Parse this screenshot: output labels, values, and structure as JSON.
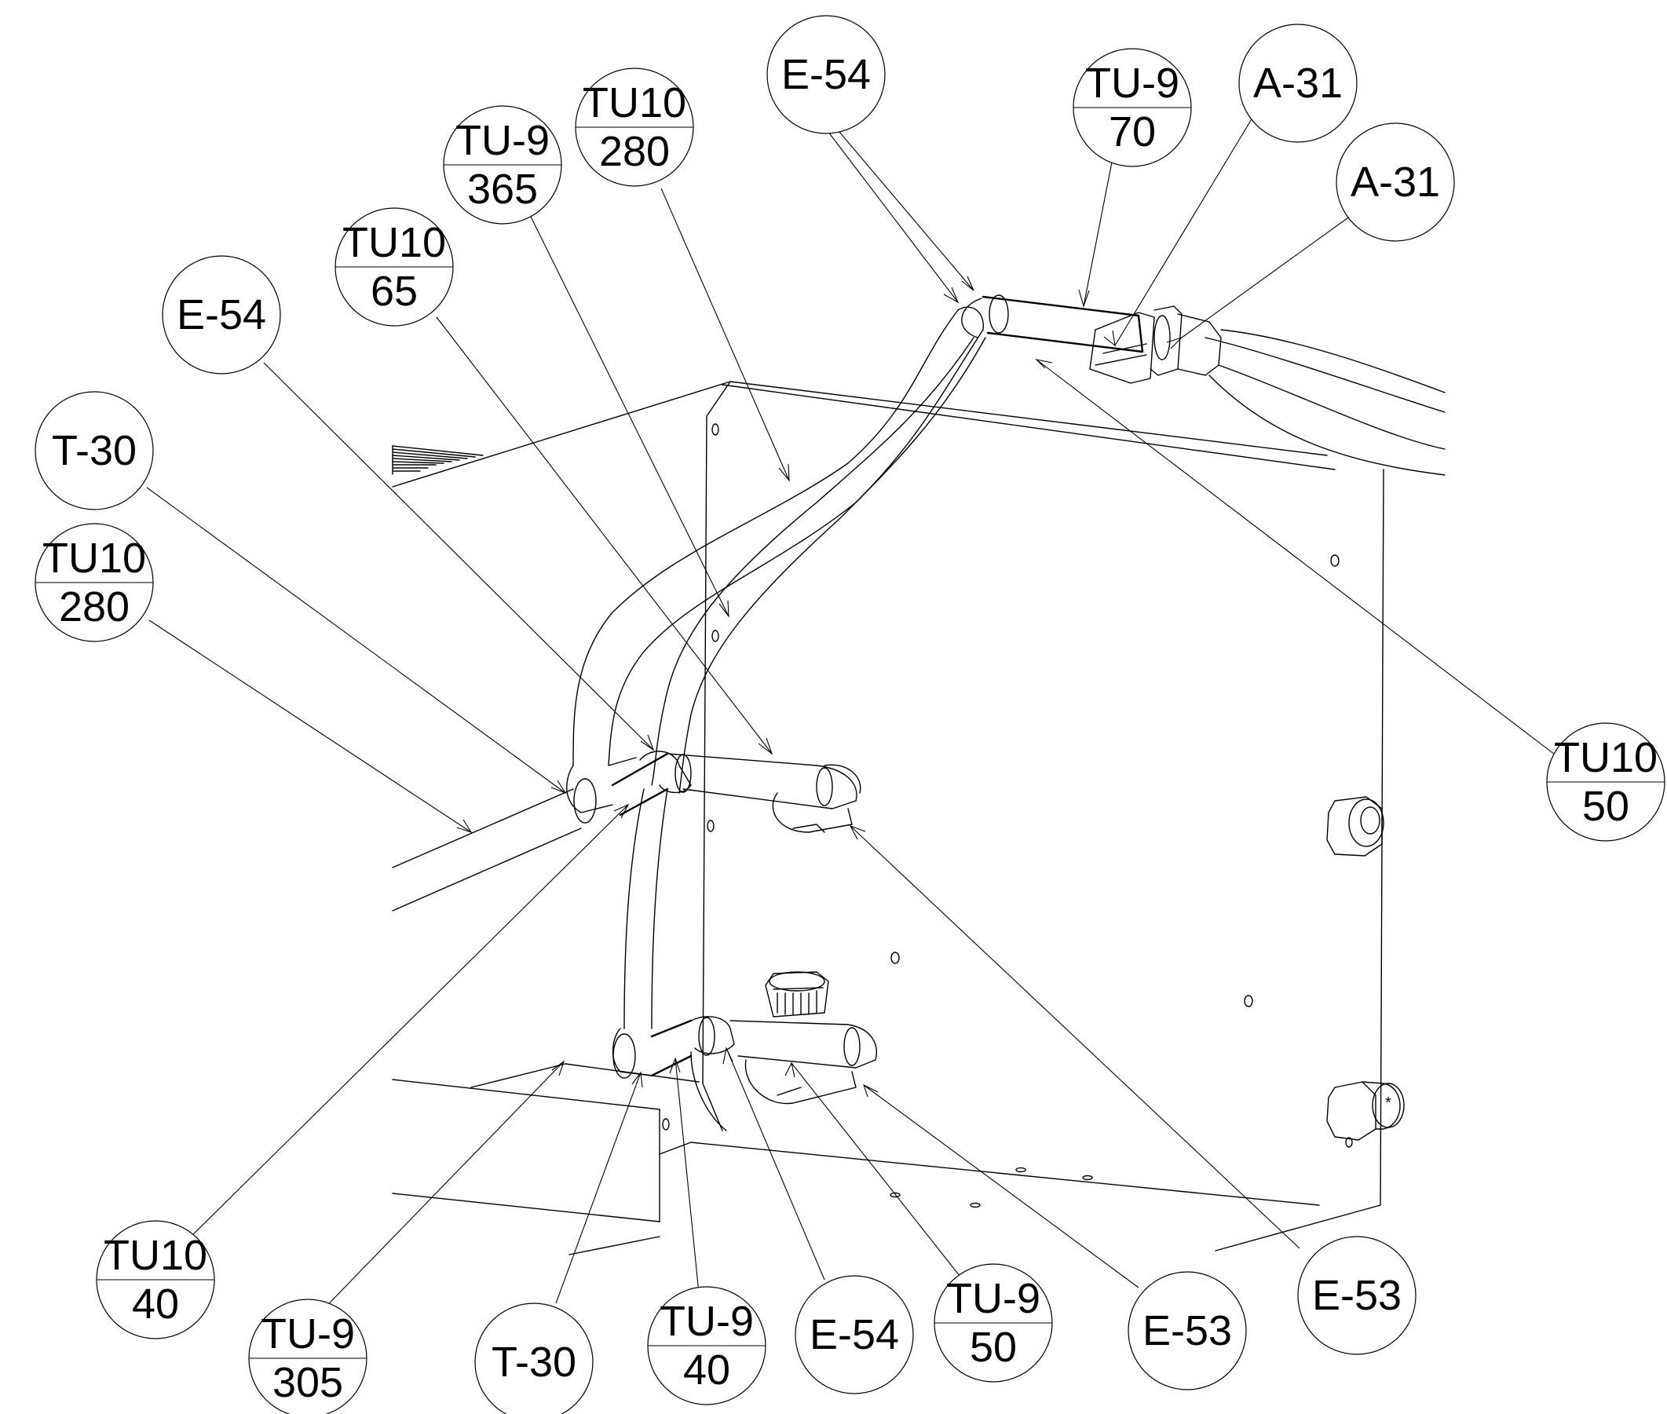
{
  "callouts": [
    {
      "id": "e54-top",
      "lines": [
        "E-54"
      ]
    },
    {
      "id": "tu10-280-top",
      "lines": [
        "TU10",
        "280"
      ]
    },
    {
      "id": "tu9-365",
      "lines": [
        "TU-9",
        "365"
      ]
    },
    {
      "id": "tu10-65",
      "lines": [
        "TU10",
        "65"
      ]
    },
    {
      "id": "e54-left",
      "lines": [
        "E-54"
      ]
    },
    {
      "id": "t30-left",
      "lines": [
        "T-30"
      ]
    },
    {
      "id": "tu10-280-left",
      "lines": [
        "TU10",
        "280"
      ]
    },
    {
      "id": "tu9-70",
      "lines": [
        "TU-9",
        "70"
      ]
    },
    {
      "id": "a31-top",
      "lines": [
        "A-31"
      ]
    },
    {
      "id": "a31-right",
      "lines": [
        "A-31"
      ]
    },
    {
      "id": "tu10-50",
      "lines": [
        "TU10",
        "50"
      ]
    },
    {
      "id": "tu10-40",
      "lines": [
        "TU10",
        "40"
      ]
    },
    {
      "id": "tu9-305",
      "lines": [
        "TU-9",
        "305"
      ]
    },
    {
      "id": "t30-bottom",
      "lines": [
        "T-30"
      ]
    },
    {
      "id": "tu9-40",
      "lines": [
        "TU-9",
        "40"
      ]
    },
    {
      "id": "e54-bottom",
      "lines": [
        "E-54"
      ]
    },
    {
      "id": "tu9-50",
      "lines": [
        "TU-9",
        "50"
      ]
    },
    {
      "id": "e53-bottom",
      "lines": [
        "E-53"
      ]
    },
    {
      "id": "e53-right",
      "lines": [
        "E-53"
      ]
    }
  ]
}
